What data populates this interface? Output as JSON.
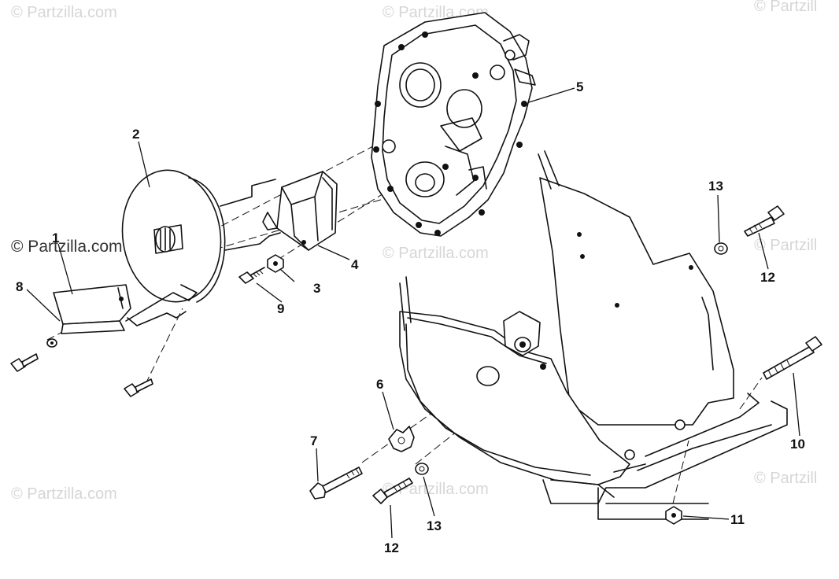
{
  "watermarks": {
    "main": "© Partzilla.com",
    "partial": "© Partzilla.co",
    "partial_right": "© Partzill"
  },
  "callouts": {
    "p1": "1",
    "p2": "2",
    "p3": "3",
    "p4": "4",
    "p5": "5",
    "p6": "6",
    "p7": "7",
    "p8": "8",
    "p9": "9",
    "p10": "10",
    "p11": "11",
    "p12a": "12",
    "p12b": "12",
    "p13a": "13",
    "p13b": "13"
  },
  "colors": {
    "ink": "#111111",
    "watermark": "#d6d6d6",
    "background": "#ffffff"
  }
}
